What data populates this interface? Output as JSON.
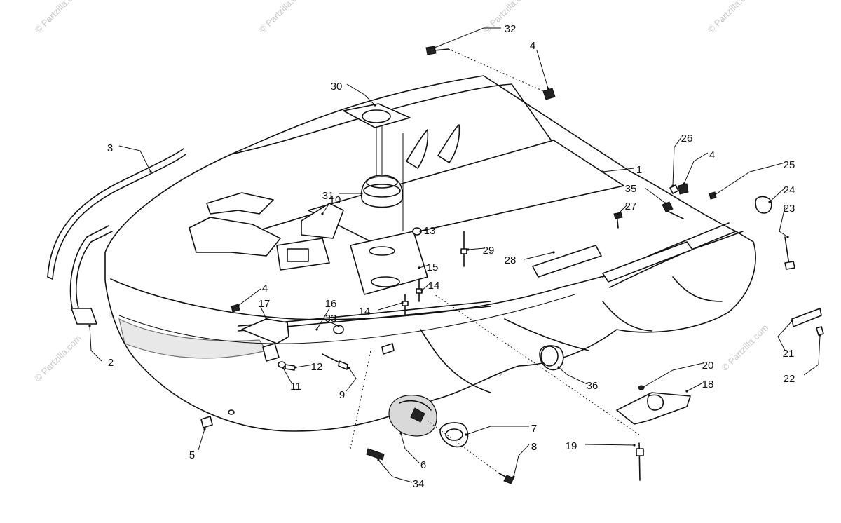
{
  "diagram": {
    "callouts": [
      {
        "id": "c32",
        "label": "32"
      },
      {
        "id": "c4a",
        "label": "4"
      },
      {
        "id": "c30",
        "label": "30"
      },
      {
        "id": "c3",
        "label": "3"
      },
      {
        "id": "c1",
        "label": "1"
      },
      {
        "id": "c26",
        "label": "26"
      },
      {
        "id": "c4b",
        "label": "4"
      },
      {
        "id": "c25",
        "label": "25"
      },
      {
        "id": "c24",
        "label": "24"
      },
      {
        "id": "c35",
        "label": "35"
      },
      {
        "id": "c27",
        "label": "27"
      },
      {
        "id": "c23",
        "label": "23"
      },
      {
        "id": "c31",
        "label": "31"
      },
      {
        "id": "c10",
        "label": "10"
      },
      {
        "id": "c13",
        "label": "13"
      },
      {
        "id": "c29",
        "label": "29"
      },
      {
        "id": "c28",
        "label": "28"
      },
      {
        "id": "c15",
        "label": "15"
      },
      {
        "id": "c14a",
        "label": "14"
      },
      {
        "id": "c14b",
        "label": "14"
      },
      {
        "id": "c4c",
        "label": "4"
      },
      {
        "id": "c17",
        "label": "17"
      },
      {
        "id": "c16",
        "label": "16"
      },
      {
        "id": "c33",
        "label": "33"
      },
      {
        "id": "c12",
        "label": "12"
      },
      {
        "id": "c11",
        "label": "11"
      },
      {
        "id": "c9",
        "label": "9"
      },
      {
        "id": "c2",
        "label": "2"
      },
      {
        "id": "c5",
        "label": "5"
      },
      {
        "id": "c36",
        "label": "36"
      },
      {
        "id": "c20",
        "label": "20"
      },
      {
        "id": "c18",
        "label": "18"
      },
      {
        "id": "c21",
        "label": "21"
      },
      {
        "id": "c22",
        "label": "22"
      },
      {
        "id": "c7",
        "label": "7"
      },
      {
        "id": "c8",
        "label": "8"
      },
      {
        "id": "c6",
        "label": "6"
      },
      {
        "id": "c19",
        "label": "19"
      },
      {
        "id": "c34",
        "label": "34"
      }
    ]
  },
  "watermarks": {
    "corner": "© Partzilla.com",
    "center": "© Partzilla.com"
  }
}
